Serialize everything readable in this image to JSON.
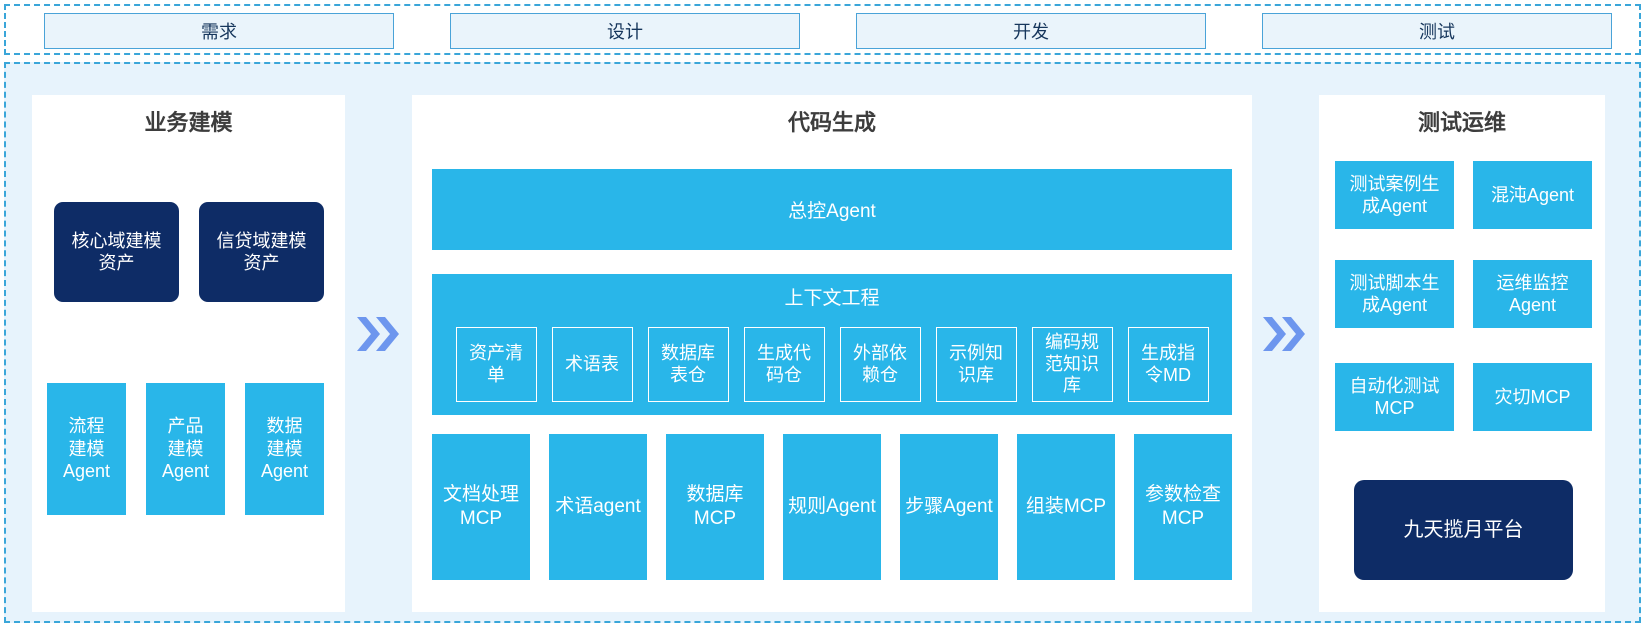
{
  "colors": {
    "accent_cyan": "#29b6e9",
    "dark_navy": "#0e2c66",
    "arrow_blue": "#6d96ee",
    "dashed_border": "#3aa6d9",
    "phase_box_bg": "#eaf4fb",
    "phase_box_border": "#4aa3d8",
    "phase_text": "#16365c",
    "main_bg": "#e7f3fc",
    "panel_bg": "#ffffff",
    "title_text": "#3d3d3d"
  },
  "phase_bar": {
    "requirements": "需求",
    "design": "设计",
    "development": "开发",
    "testing": "测试"
  },
  "business_modeling": {
    "title": "业务建模",
    "core_domain_assets": "核心域建模\n资产",
    "credit_domain_assets": "信贷域建模\n资产",
    "process_agent": "流程\n建模\nAgent",
    "product_agent": "产品\n建模\nAgent",
    "data_agent": "数据\n建模\nAgent"
  },
  "code_generation": {
    "title": "代码生成",
    "master_agent": "总控Agent",
    "context_engineering": {
      "title": "上下文工程",
      "asset_list": "资产清\n单",
      "glossary": "术语表",
      "db_table_repo": "数据库\n表仓",
      "generated_code_repo": "生成代\n码仓",
      "external_dependency_repo": "外部依\n赖仓",
      "example_kb": "示例知\n识库",
      "coding_standard_kb": "编码规\n范知识\n库",
      "generation_instruction_md": "生成指\n令MD"
    },
    "mcp_row": {
      "doc_processing_mcp": "文档处理\nMCP",
      "glossary_agent": "术语agent",
      "database_mcp": "数据库\nMCP",
      "rules_agent": "规则Agent",
      "steps_agent": "步骤Agent",
      "assembly_mcp": "组装MCP",
      "param_check_mcp": "参数检查\nMCP"
    }
  },
  "test_ops": {
    "title": "测试运维",
    "test_case_gen_agent": "测试案例生\n成Agent",
    "chaos_agent": "混沌Agent",
    "test_script_gen_agent": "测试脚本生\n成Agent",
    "ops_monitor_agent": "运维监控\nAgent",
    "automated_test_mcp": "自动化测试\nMCP",
    "disaster_switch_mcp": "灾切MCP",
    "platform": "九天揽月平台"
  }
}
